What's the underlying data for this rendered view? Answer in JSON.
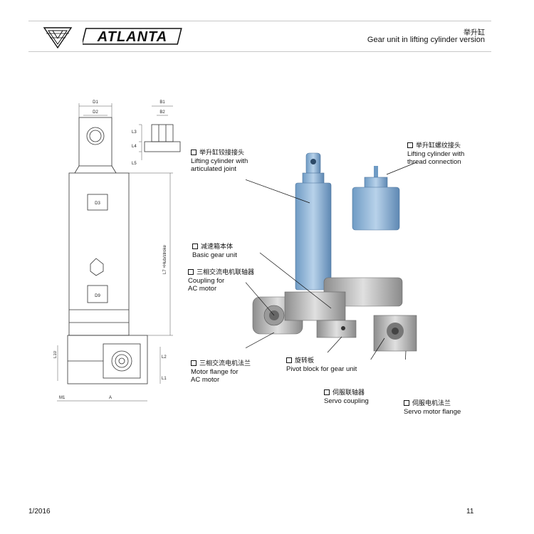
{
  "header": {
    "brand": "ATLANTA",
    "title_cn": "举升缸",
    "title_en": "Gear unit in lifting cylinder version"
  },
  "drawing": {
    "dims": [
      "D1",
      "D2",
      "B1",
      "B2",
      "L3",
      "L4",
      "L5",
      "D3",
      "D9",
      "L7 +Hub/stroke",
      "L10",
      "L2",
      "L1",
      "M1",
      "A"
    ]
  },
  "labels": {
    "articulated": {
      "cn": "举升缸铰接接头",
      "en": "Lifting cylinder with\narticulated joint"
    },
    "thread": {
      "cn": "举升缸螺纹接头",
      "en": "Lifting cylinder with\nthread connection"
    },
    "gear": {
      "cn": "减速箱本体",
      "en": "Basic gear unit"
    },
    "coupling": {
      "cn": "三相交流电机联轴器",
      "en": "Coupling for\nAC motor"
    },
    "motor_flange": {
      "cn": "三相交流电机法兰",
      "en": "Motor flange for\nAC motor"
    },
    "pivot": {
      "cn": "旋转板",
      "en": "Pivot block for gear unit"
    },
    "servo_coupling": {
      "cn": "伺服联轴器",
      "en": "Servo coupling"
    },
    "servo_flange": {
      "cn": "伺服电机法兰",
      "en": "Servo motor flange"
    }
  },
  "footer": {
    "date": "1/2016",
    "page": "11"
  }
}
